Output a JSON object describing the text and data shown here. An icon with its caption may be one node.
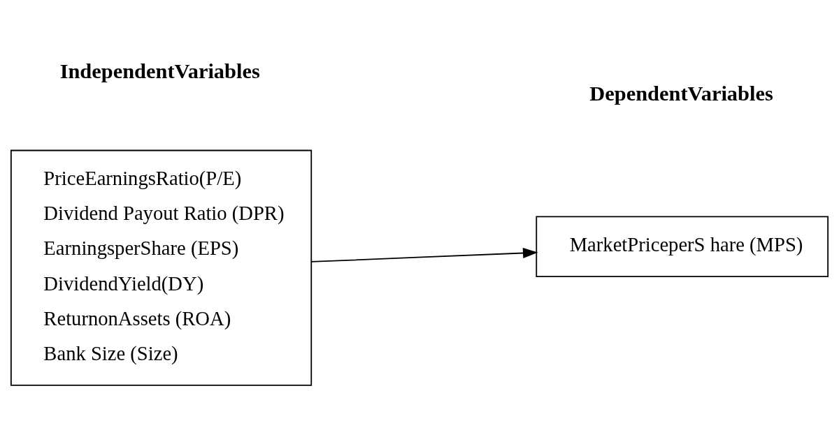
{
  "diagram": {
    "nodes": [
      {
        "text": [
          "PriceEarningsRatio(P/E)",
          "Dividend Payout Ratio (DPR)",
          "EarningsperShare (EPS)",
          "DividendYield(DY)",
          "ReturnonAssets (ROA)",
          "Bank Size (Size)"
        ]
      },
      {
        "text": [
          "MarketPriceperS hare (MPS)"
        ]
      }
    ],
    "edges": [
      {
        "from": 0,
        "to": 1,
        "arrow": "to"
      }
    ],
    "labels": [
      "IndependentVariables",
      "DependentVariables"
    ]
  }
}
